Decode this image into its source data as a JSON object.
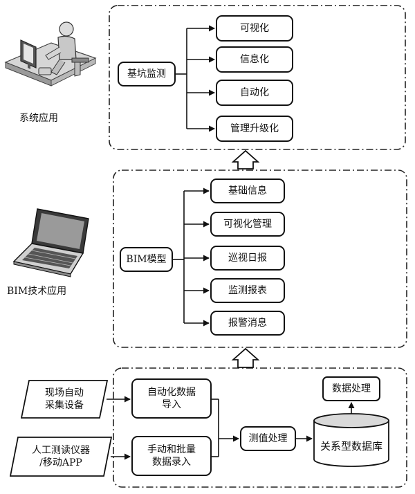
{
  "top": {
    "side_label": "系统应用",
    "root": "基坑监测",
    "items": [
      "可视化",
      "信息化",
      "自动化",
      "管理升级化"
    ]
  },
  "middle": {
    "side_label": "BIM技术应用",
    "root": "BIM模型",
    "items": [
      "基础信息",
      "可视化管理",
      "巡视日报",
      "监测报表",
      "报警消息"
    ]
  },
  "bottom": {
    "inputs": [
      "现场自动\n采集设备",
      "人工测读仪器\n/移动APP"
    ],
    "imports": [
      "自动化数据\n导入",
      "手动和批量\n数据录入"
    ],
    "measure": "测值处理",
    "database": "关系型数据库",
    "processing": "数据处理"
  },
  "icons": [
    "desktop-workstation-icon",
    "laptop-icon"
  ]
}
